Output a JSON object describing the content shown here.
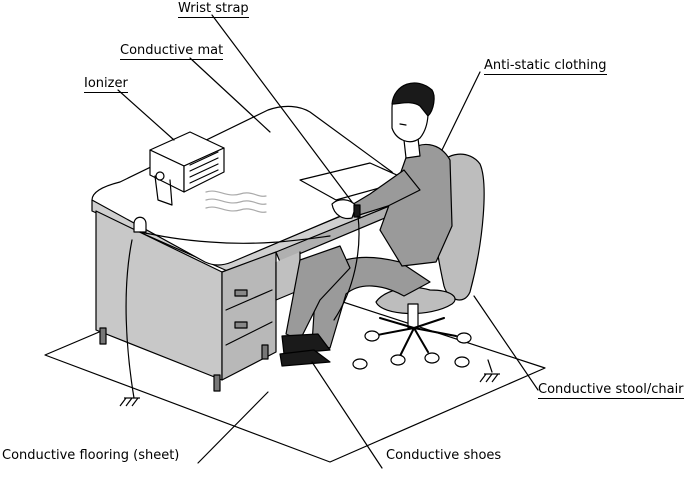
{
  "labels": {
    "wrist_strap": "Wrist strap",
    "conductive_mat": "Conductive mat",
    "ionizer": "Ionizer",
    "anti_static_clothing": "Anti-static clothing",
    "conductive_stool_chair": "Conductive stool/chair",
    "conductive_flooring": "Conductive flooring (sheet)",
    "conductive_shoes": "Conductive shoes"
  },
  "colors": {
    "line": "#000000",
    "desk_gray": "#c8c8c8",
    "clothing_gray": "#9a9a9a",
    "chair_gray": "#bdbdbd",
    "dark": "#1a1a1a",
    "mat_white": "#ffffff"
  },
  "icons": {
    "ground": "ground-symbol-icon"
  }
}
